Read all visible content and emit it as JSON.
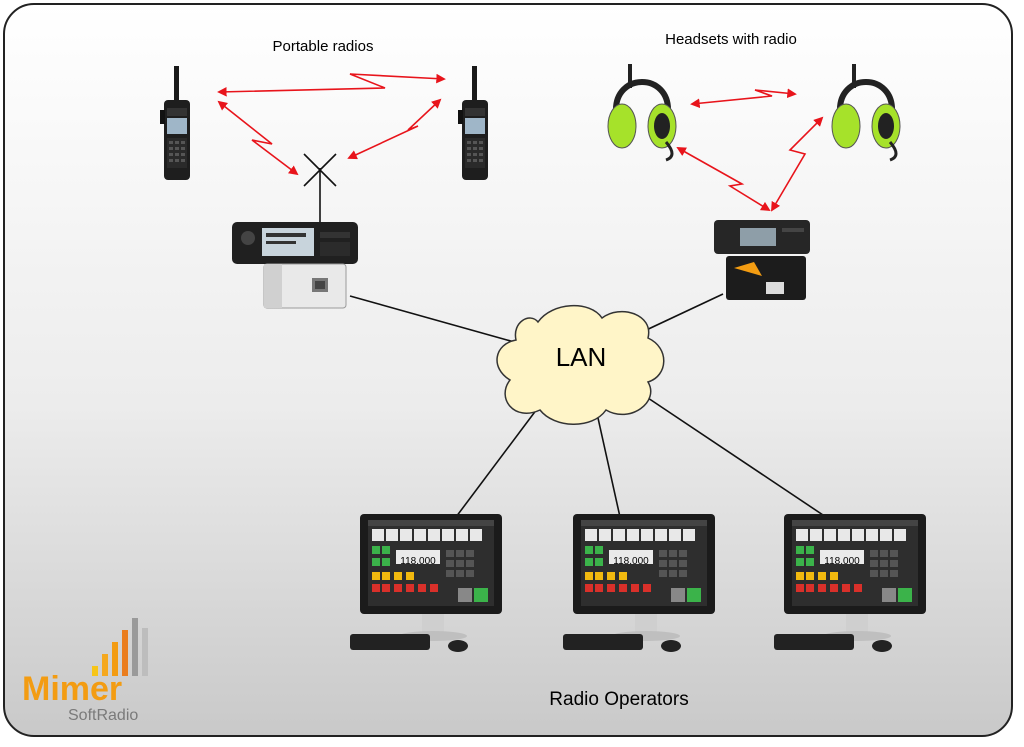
{
  "labels": {
    "portable_radios": "Portable radios",
    "headsets_with_radio": "Headsets with radio",
    "lan": "LAN",
    "radio_operators": "Radio Operators"
  },
  "screen": {
    "frequency": "118.000"
  },
  "logo": {
    "name": "Mimer",
    "sub": "SoftRadio"
  },
  "colors": {
    "link_red": "#e8141b",
    "lan_cloud": "#fff5c8",
    "headset_green": "#a6e22a",
    "logo_orange": "#f39c12",
    "background_gray": "#d6d6d6"
  }
}
